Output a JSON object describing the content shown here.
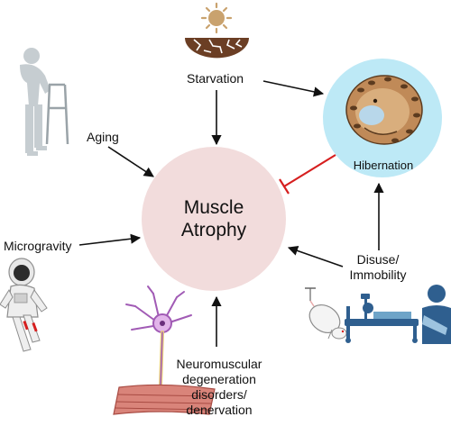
{
  "center": {
    "line1": "Muscle",
    "line2": "Atrophy"
  },
  "factors": {
    "starvation": "Starvation",
    "hibernation": "Hibernation",
    "aging": "Aging",
    "microgravity": "Microgravity",
    "disuse_line1": "Disuse/",
    "disuse_line2": "Immobility",
    "neuro_line1": "Neuromuscular",
    "neuro_line2": "degeneration",
    "neuro_line3": "disorders/",
    "neuro_line4": "denervation"
  },
  "colors": {
    "center_fill": "#f2dcdc",
    "hibernation_fill": "#bde9f6",
    "arrow": "#111111",
    "inhibit": "#d61f1f",
    "sun": "#c9a26e",
    "earth": "#6b3e24"
  }
}
